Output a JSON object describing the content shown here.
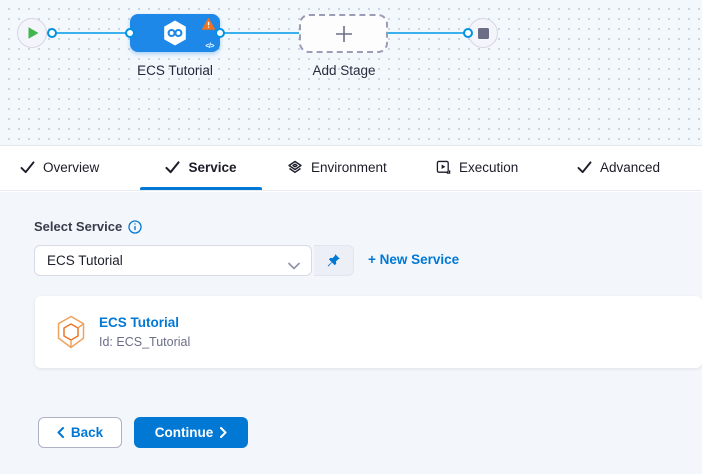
{
  "colors": {
    "primary": "#0278d5",
    "stage_node_blue": "#1d88e8",
    "connector_line_blue": "#3ab0ee",
    "warning_orange": "#ee7220",
    "service_icon_orange": "#ef8f3c",
    "canvas_bg": "#f3f8fd",
    "content_bg": "#f3f7fb"
  },
  "pipeline_graph": {
    "start_node_icon": "play-icon",
    "end_node_icon": "stop-icon",
    "stage_node": {
      "label": "ECS Tutorial",
      "icon": "harness-cd-hexagon-icon",
      "warning_badge_icon": "warning-icon",
      "code_badge": "</>"
    },
    "add_stage": {
      "label": "Add Stage",
      "icon": "plus-icon"
    }
  },
  "tabs": [
    {
      "label": "Overview",
      "icon": "check-icon",
      "active": false
    },
    {
      "label": "Service",
      "icon": "check-icon",
      "active": true
    },
    {
      "label": "Environment",
      "icon": "layers-icon",
      "active": false
    },
    {
      "label": "Execution",
      "icon": "play-square-icon",
      "active": false
    },
    {
      "label": "Advanced",
      "icon": "check-icon",
      "active": false
    }
  ],
  "service_form": {
    "label": "Select Service",
    "info_icon": "info-icon",
    "select": {
      "value": "ECS Tutorial",
      "chevron_icon": "chevron-down-icon",
      "pin_icon": "pin-icon"
    },
    "new_service_label": "+ New Service",
    "service_card": {
      "icon": "ecs-service-hexagon-icon",
      "name": "ECS Tutorial",
      "id": "Id: ECS_Tutorial"
    }
  },
  "footer": {
    "back_label": "Back",
    "continue_label": "Continue"
  }
}
